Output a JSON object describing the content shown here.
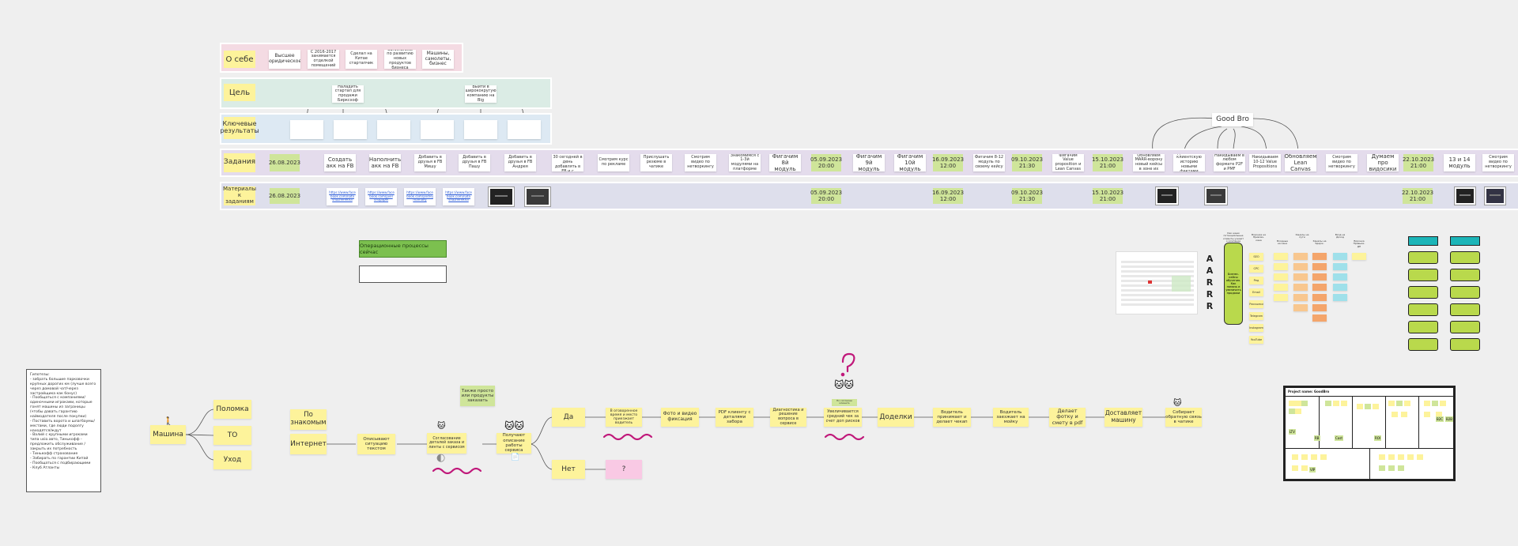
{
  "rows": {
    "about": {
      "label": "О себе",
      "cards": [
        "Высшее юридическое",
        "С 2016-2017 занимается отделкой помещений",
        "Сделал на Китае стартапчик",
        "Занимались по развитию новых продуктов бизнеса",
        "Машины, самолеты, бизнес"
      ]
    },
    "goal": {
      "label": "Цель",
      "cards": [
        "Наладить стартап для продажи Бирксхоф",
        "Выйти в ширококругую компанию на Big"
      ]
    },
    "results": {
      "label": "Ключевые результаты"
    },
    "tasks": {
      "label": "Задания",
      "items": [
        {
          "text": "26.08.2023",
          "kind": "date"
        },
        {
          "text": "Создать акк на FB",
          "kind": "big"
        },
        {
          "text": "Наполнить акк на FB",
          "kind": "big"
        },
        {
          "text": "Добавить в друзья в FB Мишу",
          "kind": "card"
        },
        {
          "text": "Добавить в друзья в FB Пашу",
          "kind": "card"
        },
        {
          "text": "Добавить в друзья в FB Андрея",
          "kind": "card"
        },
        {
          "text": "Начать за 20-30 сегодней в день добавлять в FB и с",
          "kind": "card"
        },
        {
          "text": "Смотрим курс по рекламе",
          "kind": "card"
        },
        {
          "text": "Прислушать резюме в чатике",
          "kind": "card"
        },
        {
          "text": "Смотрим видео по нетворкингу",
          "kind": "card"
        },
        {
          "text": "Знакомимся с 1-3й модулями на платформе",
          "kind": "card"
        },
        {
          "text": "Фигачим 8й модуль",
          "kind": "big"
        },
        {
          "text": "05.09.2023 20:00",
          "kind": "date"
        },
        {
          "text": "Фигачим 9й модуль",
          "kind": "big"
        },
        {
          "text": "Фигачим 10й модуль",
          "kind": "big"
        },
        {
          "text": "16.09.2023 12:00",
          "kind": "date"
        },
        {
          "text": "Фигачим 8-12 модуль по своему кейсу",
          "kind": "card"
        },
        {
          "text": "09.10.2023 21:30",
          "kind": "date"
        },
        {
          "text": "Фигачим Value proposition и Lean Canvas",
          "kind": "card"
        },
        {
          "text": "15.10.2023 21:00",
          "kind": "date"
        },
        {
          "text": "Обновляем MARR-ворону новый кейсы в зоне их",
          "kind": "card"
        },
        {
          "text": "Дополняем клиентскую историю новыми фактами",
          "kind": "card"
        },
        {
          "text": "Накидываем в любом формате P2F и PMF",
          "kind": "card"
        },
        {
          "text": "Накидываем 10-12 Value Propositions",
          "kind": "card"
        },
        {
          "text": "Обновляем Lean Canvas",
          "kind": "big"
        },
        {
          "text": "Смотрим видео по нетворкингу",
          "kind": "card"
        },
        {
          "text": "Думаем про видосики",
          "kind": "big"
        },
        {
          "text": "22.10.2023 21:00",
          "kind": "date"
        },
        {
          "text": "13 и 14 модуль",
          "kind": "big"
        },
        {
          "text": "Смотрим видео по нетворкингу",
          "kind": "card"
        }
      ]
    },
    "materials": {
      "label": "Материалы к заданиям",
      "date": "26.08.2023",
      "links": [
        "https://www.face book.com/nata shazherekha",
        "https://www.face book.com/pvel shopapel",
        "https://www.face book.com/andrej mamaliy",
        "https://www.face book.com/nata shazherekha"
      ],
      "dates": [
        "05.09.2023 20:00",
        "16.09.2023 12:00",
        "09.10.2023 21:30",
        "15.10.2023 21:00",
        "22.10.2023 21:00"
      ]
    }
  },
  "good_bro": "Good Bro",
  "ops": {
    "title": "Операционные процессы сейчас",
    "empty": ""
  },
  "aarrr": [
    "A",
    "A",
    "R",
    "R",
    "R"
  ],
  "aarrr_panel": {
    "header": "Как наши потенциальные клиенты узнают о компании",
    "pill": "Бизнес-кейсы обучения. Как помочь и увеличить продажи",
    "col_heads": [
      "Воронка на Привлеч. кана",
      "Входные на кана",
      "Каналы на пути",
      "Каналы на Удерж.",
      "Вход на Доход",
      "Воронка Превьюк. ДП"
    ],
    "items": [
      "SEO",
      "CPC",
      "Ред",
      "Email",
      "Рассылки",
      "Telegram",
      "Instagram",
      "YouTube"
    ]
  },
  "hypotheses": "Гипотезы:\n- забрать большие парковочки крупных дорогих км (лучше всего через домовой чат/через застройщика как бонус)\n- Пообщаться с компаниями/ одиночными игроками, которые гонят машины из заграницы (чтобы давать гарантию наймодателя после покупки)\n- Поставить ворота и шлагбаумы/ местами, где люди подолгу находятся/ждут\n- Валий с крупными игроками типа usio.авто, Тинькофф - предложить обслуживание / закрыть их потребность\n- Тинькофф страхование\n- Забирать по гарантии Китай\n- Пообщаться с подбирающими\n- Клуб Атланты",
  "flow": {
    "car": "Машина",
    "breakdown": "Поломка",
    "to": "ТО",
    "care": "Уход",
    "acquaint": "По знакомым",
    "internet": "Интернет",
    "describe": "Описывают ситуацию текстом",
    "also_order": "Также просто или продукты заказать",
    "agree": "Согласование деталей заказа и линты с сервисом",
    "receive": "Получают описание работы сервиса",
    "yes": "Да",
    "no": "Нет",
    "question": "?",
    "mention": "В оговоренное время и место приезжает водитель",
    "photo": "Фото и видео фиксация",
    "pdf": "PDF клиенту с деталями забора",
    "diag": "Диагностика и решение вопроса в сервисе",
    "increase_note": "По согласию клиента",
    "increase": "Увеличивается средний чек за счет доп рисков",
    "extras": "Доделки",
    "driver_waits": "Водитель принимает и делает чекап",
    "driver_back": "Водитель заезжает на мойку",
    "photo_pdf": "Делает фотку и смету в pdf",
    "deliver": "Доставляет машину",
    "feedback": "Собирает обратную связь в чатике"
  },
  "canvas": {
    "title": "Project name: GoodBro",
    "tags": [
      "B2C",
      "B2B",
      "LTV",
      "RB",
      "Cost",
      "ROI",
      "VIP"
    ]
  },
  "colors": {
    "pink": "#f4dbe3",
    "mint": "#dbece5",
    "lightblue": "#dde9f3",
    "lavender": "#e4dcec",
    "grayblue": "#dedfec",
    "yellow": "#fdf39b",
    "green": "#cfe59a",
    "opsgreen": "#7cc04f",
    "magenta": "#c0187a",
    "teal": "#1cb5b8"
  }
}
